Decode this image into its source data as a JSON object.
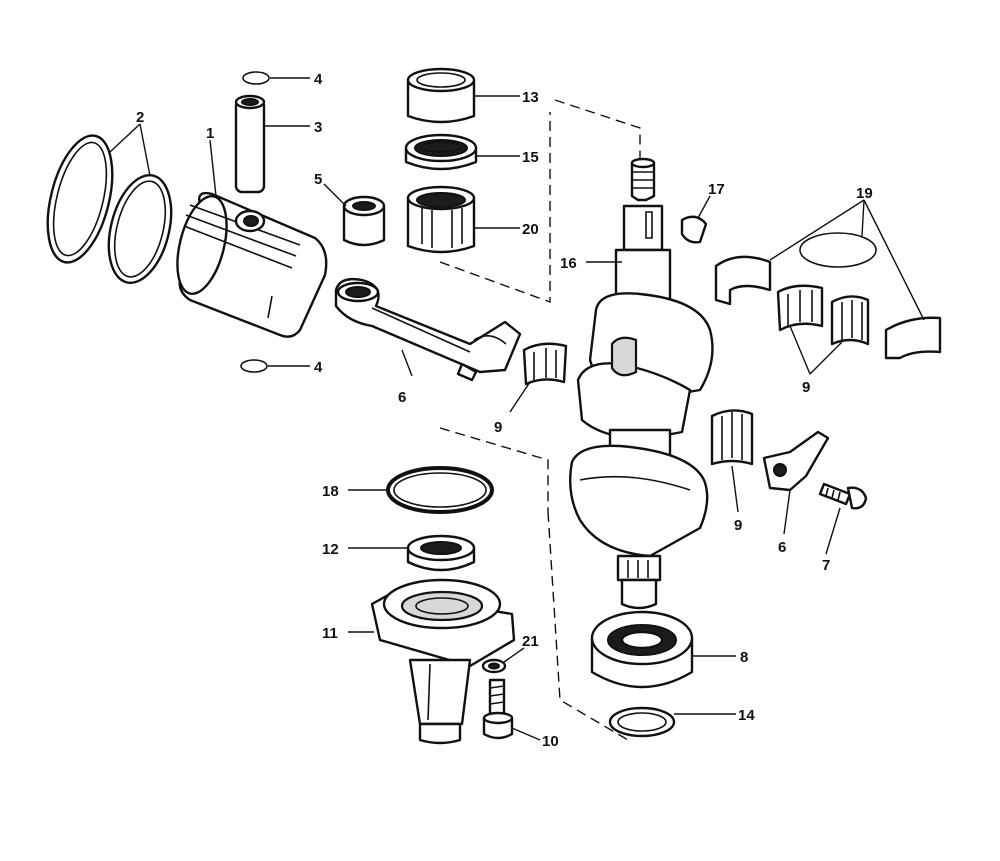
{
  "callouts": {
    "c1": "1",
    "c2": "2",
    "c3": "3",
    "c4a": "4",
    "c4b": "4",
    "c5": "5",
    "c6a": "6",
    "c6b": "6",
    "c7": "7",
    "c8": "8",
    "c9a": "9",
    "c9b": "9",
    "c9c": "9",
    "c10": "10",
    "c11": "11",
    "c12": "12",
    "c13": "13",
    "c14": "14",
    "c15": "15",
    "c16": "16",
    "c17": "17",
    "c18": "18",
    "c19": "19",
    "c20": "20",
    "c21": "21"
  }
}
